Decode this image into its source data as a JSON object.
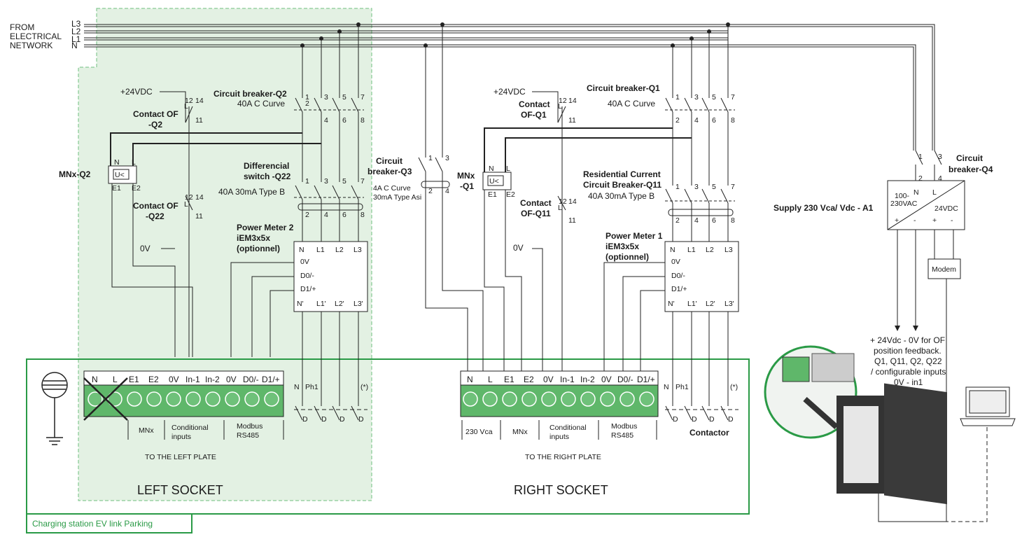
{
  "network": {
    "title_lines": [
      "FROM",
      "ELECTRICAL",
      "NETWORK"
    ],
    "lines": [
      "L3",
      "L2",
      "L1",
      "N"
    ]
  },
  "left": {
    "supply_24": "+24VDC",
    "contact_q2": [
      "Contact OF",
      "-Q2"
    ],
    "contact_q22": [
      "Contact OF",
      "-Q22"
    ],
    "mnx_label": "MNx-Q2",
    "cb_q2": [
      "Circuit breaker-Q2",
      "40A  C Curve"
    ],
    "diff_q22": [
      "Differencial",
      "switch -Q22",
      "40A 30mA Type B"
    ],
    "meter": [
      "Power Meter 2",
      "iEM3x5x",
      "(optionnel)"
    ],
    "zero_v": "0V",
    "socket": "LEFT SOCKET",
    "plate": "TO THE LEFT PLATE",
    "terms": [
      "N",
      "L",
      "E1",
      "E2",
      "0V",
      "In-1",
      "In-2",
      "0V",
      "D0/-",
      "D1/+"
    ],
    "groups": [
      "MNx",
      "Conditional inputs",
      "Modbus RS485"
    ]
  },
  "center": {
    "cb_q3": [
      "Circuit",
      "breaker-Q3"
    ],
    "cb_q3_spec": [
      "4A C Curve",
      "30mA Type Asi"
    ]
  },
  "right": {
    "supply_24": "+24VDC",
    "contact_q1": [
      "Contact",
      "OF-Q1"
    ],
    "contact_q11": [
      "Contact",
      "OF-Q11"
    ],
    "mnx_label": [
      "MNx",
      "-Q1"
    ],
    "cb_q1": [
      "Circuit breaker-Q1",
      "40A  C Curve"
    ],
    "rccb_q11": [
      "Residential Current",
      "Circuit Breaker-Q11",
      "40A 30mA Type B"
    ],
    "meter": [
      "Power Meter 1",
      "iEM3x5x",
      "(optionnel)"
    ],
    "zero_v": "0V",
    "socket": "RIGHT SOCKET",
    "plate": "TO THE RIGHT PLATE",
    "terms": [
      "N",
      "L",
      "E1",
      "E2",
      "0V",
      "In-1",
      "In-2",
      "0V",
      "D0/-",
      "D1/+"
    ],
    "groups": [
      "230 Vca",
      "MNx",
      "Conditional inputs",
      "Modbus RS485"
    ],
    "contactor": "Contactor"
  },
  "supply": {
    "cb_q4": [
      "Circuit",
      "breaker-Q4"
    ],
    "label": "Supply 230 Vca/ Vdc - A1",
    "box_in": [
      "100-",
      "230VAC"
    ],
    "box_out": "24VDC",
    "modem": "Modem",
    "feedback": [
      "+ 24Vdc - 0V for OF",
      "position feedback.",
      "Q1, Q11, Q2, Q22",
      "/ configurable inputs",
      "0V - in1"
    ]
  },
  "station_label": "Charging station EV link Parking",
  "colors": {
    "green": "#2a9a46",
    "green_fill": "#e3f1e3",
    "terminal": "#5fb76a"
  }
}
